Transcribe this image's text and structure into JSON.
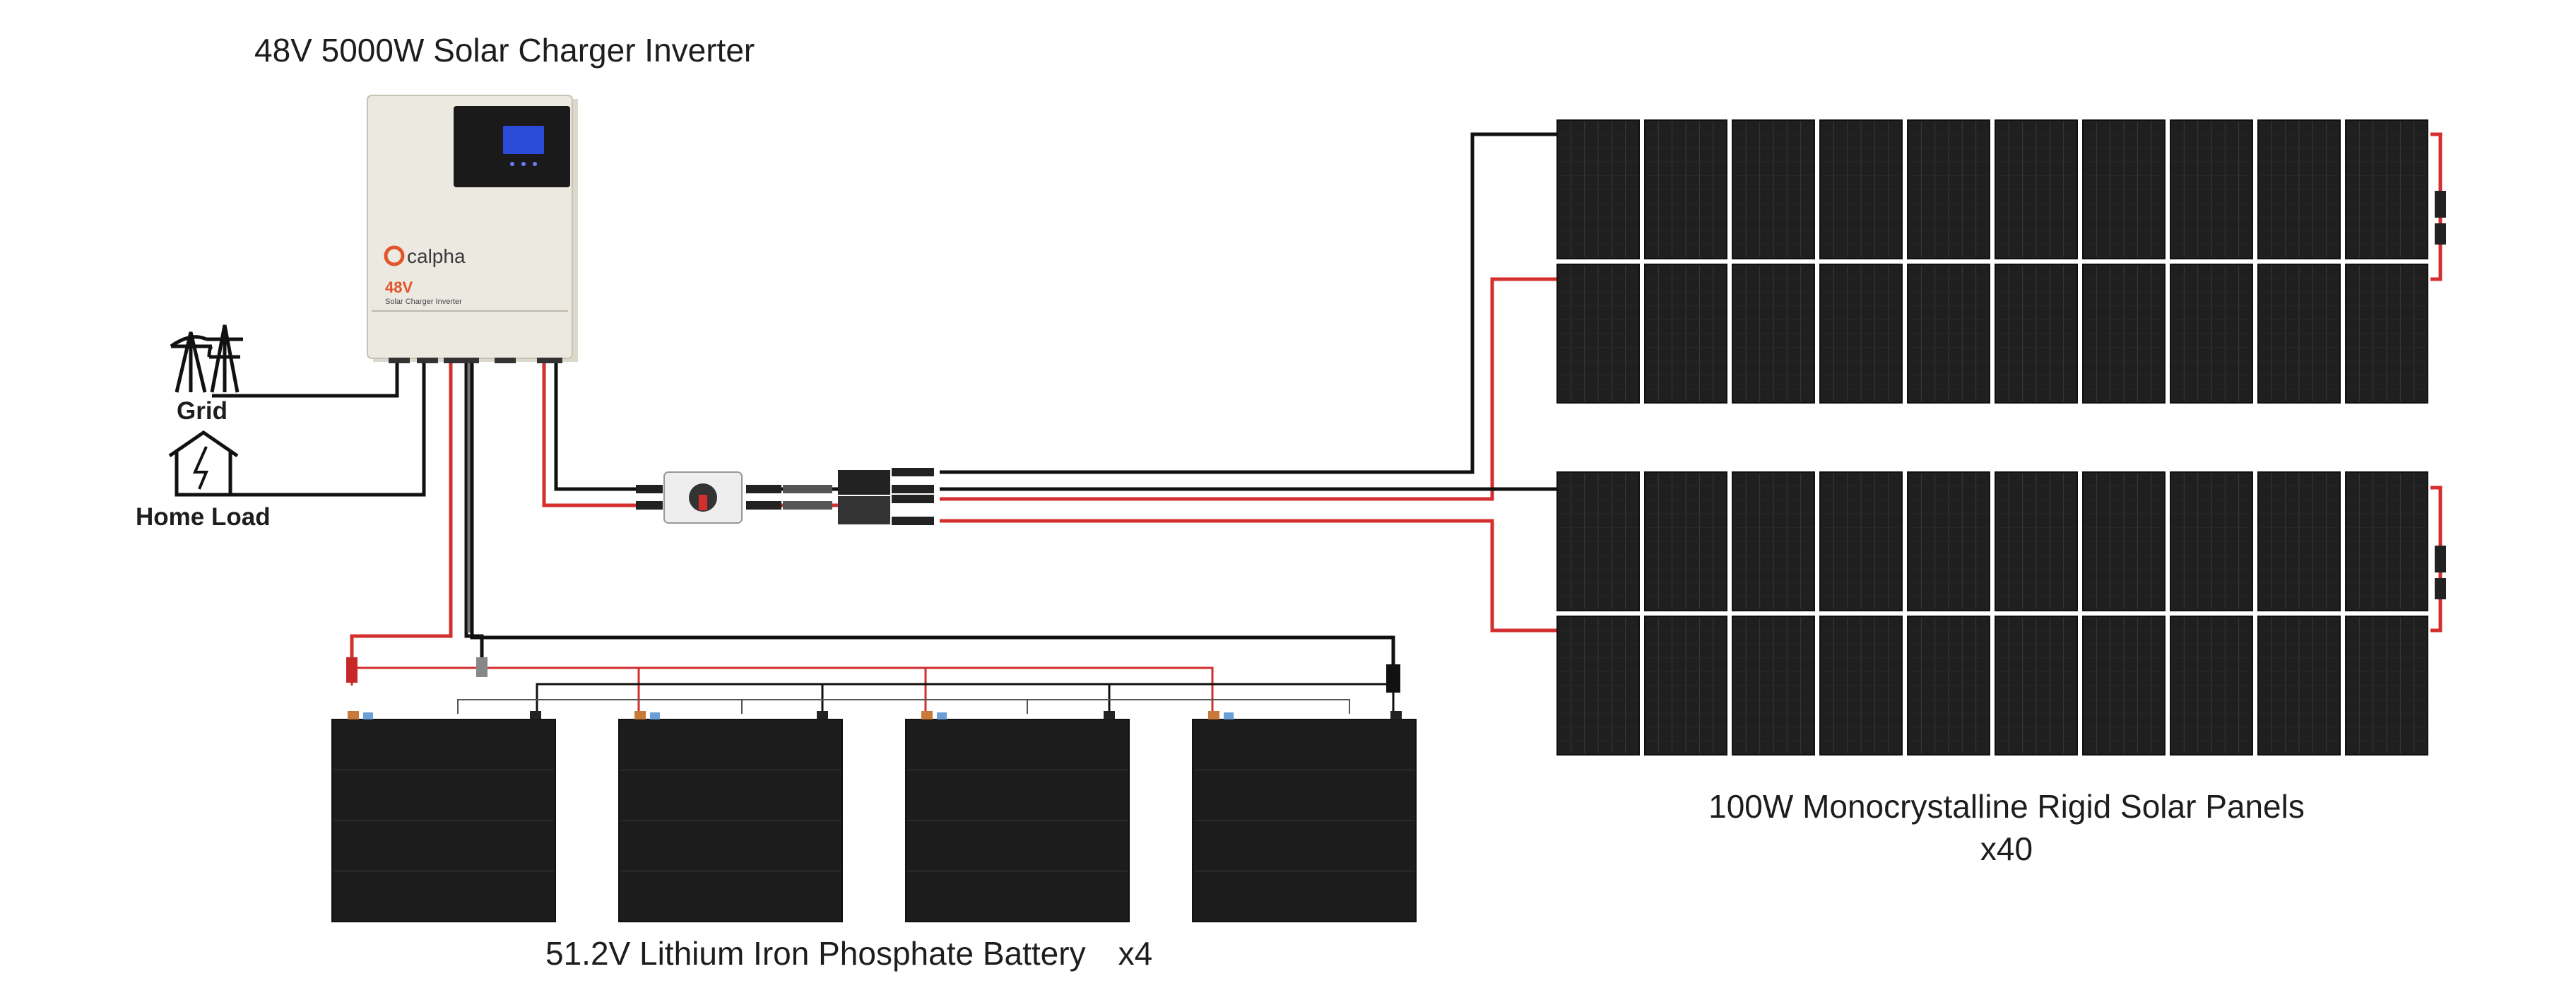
{
  "inverter": {
    "title": "48V 5000W Solar Charger Inverter",
    "brand": "calpha",
    "voltage": "48V",
    "caption": "Solar Charger Inverter"
  },
  "grid": {
    "label": "Grid"
  },
  "home_load": {
    "label": "Home Load"
  },
  "battery": {
    "title": "51.2V Lithium Iron Phosphate Battery",
    "quantity": "x4",
    "count": 4
  },
  "panels": {
    "title": "100W Monocrystalline Rigid Solar Panels",
    "quantity": "x40",
    "count": 40,
    "columns": 10,
    "rows_per_array": 2,
    "arrays": 2
  },
  "colors": {
    "positive_wire": "#d32f2f",
    "negative_wire": "#111111",
    "panel": "#1f1f1f",
    "panel_grid": "#3a3a3a",
    "battery": "#1c1c1c",
    "inverter_body": "#ece9e1",
    "inverter_panel": "#1a1a1a",
    "display": "#2b4bd8",
    "brand_accent": "#e2542a"
  }
}
